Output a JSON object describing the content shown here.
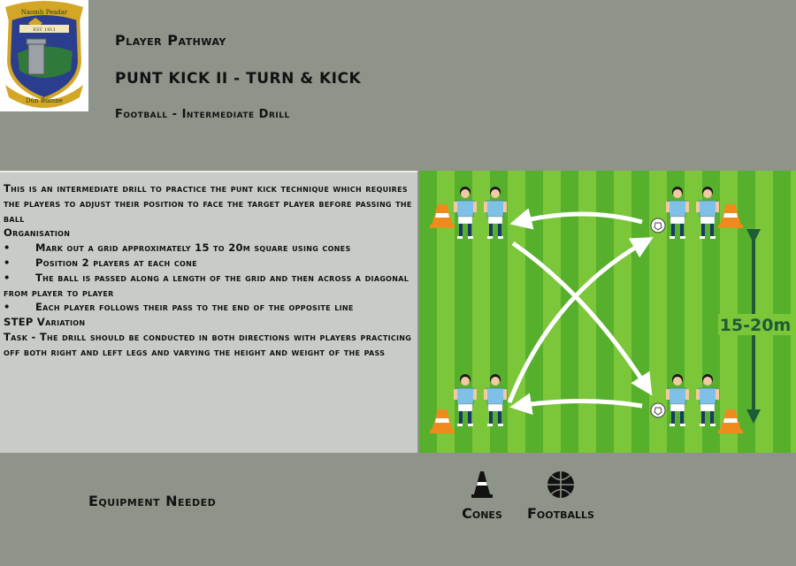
{
  "logo": {
    "top_text": "Naomh Peadar",
    "est_text": "EST. 1911",
    "bottom_text": "Dún Búinne"
  },
  "header": {
    "subtitle": "Player Pathway",
    "title": "PUNT KICK II - TURN & KICK",
    "category": "Football - Intermediate Drill"
  },
  "description": {
    "intro": "This is an intermediate drill to practice the punt kick technique which requires the players to adjust their position to face the target player before passing the ball",
    "organisation_heading": "Organisation",
    "bullets": [
      "Mark out a grid approximately 15 to 20m square using cones",
      "Position 2 players at each cone",
      "The ball is passed along a length of the grid and then across a diagonal from player to player",
      "Each player follows their pass to the end of the opposite line"
    ],
    "bullet_symbol": "•",
    "variation_heading": "STEP Variation",
    "task": "Task - The drill should be conducted in both directions with players practicing off both right and left legs and varying the height and weight of the pass"
  },
  "diagram": {
    "distance_label": "15-20m",
    "colors": {
      "grass_light": "#7cc63a",
      "grass_dark": "#56b02c",
      "shirt": "#7fc0e6",
      "cone": "#f08a1c",
      "arrow_dark": "#1d5c36"
    }
  },
  "equipment": {
    "label": "Equipment Needed",
    "items": [
      {
        "label": "Cones",
        "icon": "cone-icon"
      },
      {
        "label": "Footballs",
        "icon": "football-icon"
      }
    ]
  }
}
